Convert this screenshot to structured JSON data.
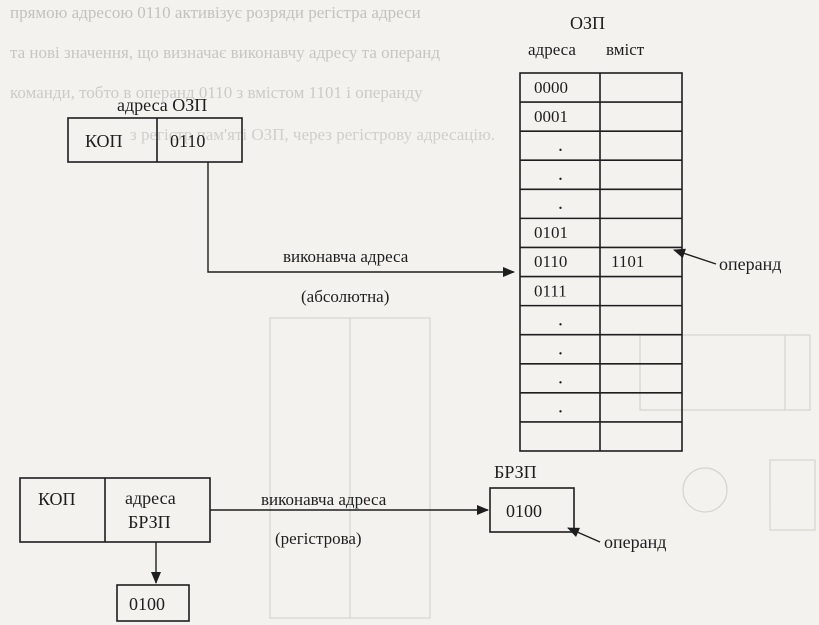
{
  "background_text": {
    "lines": [
      "прямою адресою 0110 активізує розряди регістра адреси",
      "та нові значення, що визначає виконавчу адресу та операнд",
      "команди, тобто в операнд 0110 з вмістом 1101 і операнду",
      "з регістр пам'яті ОЗП, через регістрову адресацію."
    ]
  },
  "ozp_memory": {
    "title": "ОЗП",
    "col_address": "адреса",
    "col_content": "вміст",
    "rows": [
      {
        "address": "0000",
        "content": ""
      },
      {
        "address": "0001",
        "content": ""
      },
      {
        "address": ".",
        "content": ""
      },
      {
        "address": ".",
        "content": ""
      },
      {
        "address": ".",
        "content": ""
      },
      {
        "address": "0101",
        "content": ""
      },
      {
        "address": "0110",
        "content": "1101"
      },
      {
        "address": "0111",
        "content": ""
      },
      {
        "address": ".",
        "content": ""
      },
      {
        "address": ".",
        "content": ""
      },
      {
        "address": ".",
        "content": ""
      },
      {
        "address": ".",
        "content": ""
      },
      {
        "address": "",
        "content": ""
      }
    ]
  },
  "instruction_top": {
    "address_label": "адреса ОЗП",
    "opcode": "КОП",
    "address": "0110"
  },
  "absolute_arrow": {
    "label": "виконавча адреса",
    "sublabel": "(абсолютна)"
  },
  "operand_top": {
    "label": "операнд"
  },
  "instruction_bottom": {
    "opcode": "КОП",
    "address_line1": "адреса",
    "address_line2": "БРЗП",
    "register_value": "0100"
  },
  "register_arrow": {
    "label": "виконавча адреса",
    "sublabel": "(регістрова)"
  },
  "brzp": {
    "title": "БРЗП",
    "value": "0100"
  },
  "operand_bottom": {
    "label": "операнд"
  }
}
